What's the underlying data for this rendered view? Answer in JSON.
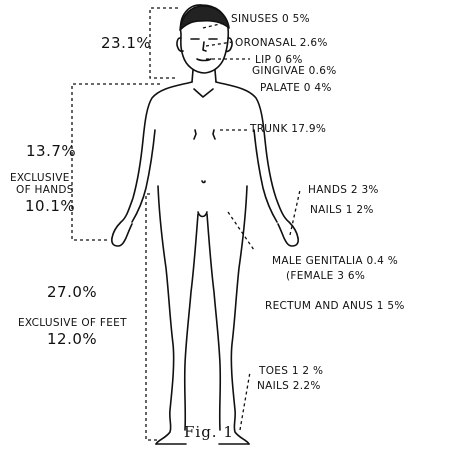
{
  "labels": {
    "head_total": "23.1%",
    "sinuses": "SINUSES 0 5%",
    "oronasal": "ORONASAL 2.6%",
    "lip": "LIP 0 6%",
    "gingivae": "GINGIVAE 0.6%",
    "palate": "PALATE 0 4%",
    "arm_total": "13.7%",
    "exclusive_of_hands": "EXCLUSIVE",
    "of_hands": "OF HANDS",
    "arm_excl_value": "10.1%",
    "trunk": "TRUNK 17.9%",
    "hands": "HANDS 2 3%",
    "nails_hands": "NAILS 1 2%",
    "male_genitalia": "MALE GENITALIA 0.4 %",
    "female": "(FEMALE 3 6%",
    "leg_total": "27.0%",
    "exclusive_of_feet": "EXCLUSIVE OF FEET",
    "leg_excl_value": "12.0%",
    "rectum_anus": "RECTUM AND ANUS 1 5%",
    "toes": "TOES 1 2 %",
    "nails_feet": "NAILS 2.2%",
    "caption": "Fig. 1"
  },
  "colors": {
    "ink": "#111111",
    "paper": "#ffffff"
  }
}
